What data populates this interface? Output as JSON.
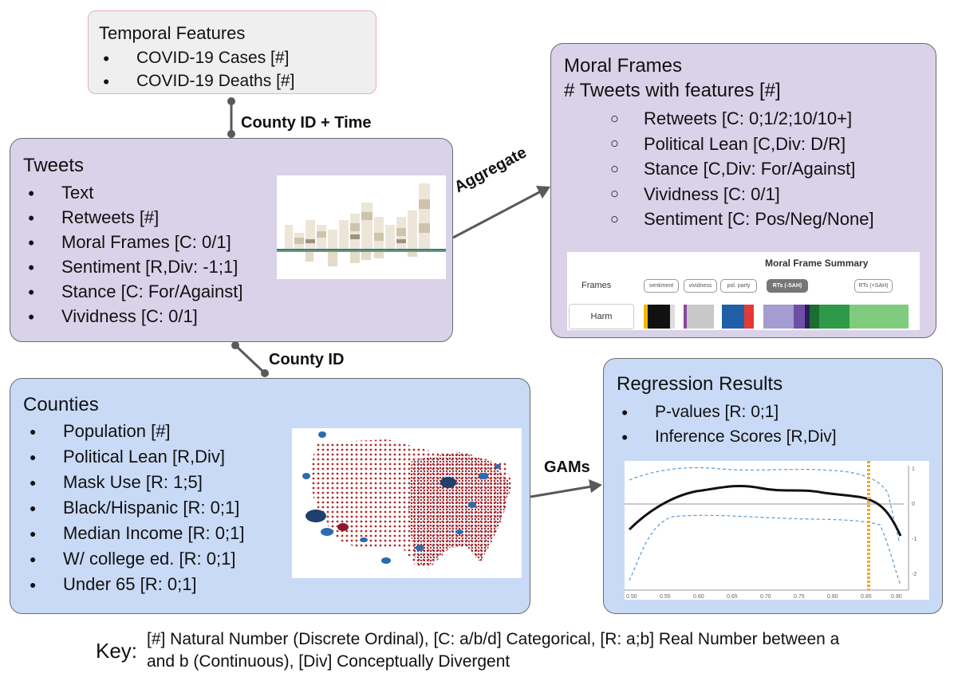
{
  "temporal": {
    "title": "Temporal Features",
    "items": [
      "COVID-19 Cases [#]",
      "COVID-19 Deaths [#]"
    ]
  },
  "tweets": {
    "title": "Tweets",
    "items": [
      "Text",
      "Retweets [#]",
      "Moral Frames [C: 0/1]",
      "Sentiment [R,Div: -1;1]",
      "Stance [C: For/Against]",
      "Vividness [C: 0/1]"
    ]
  },
  "moral": {
    "title": "Moral Frames",
    "subtitle": "# Tweets with features [#]",
    "items": [
      "Retweets [C: 0;1/2;10/10+]",
      "Political Lean [C,Div: D/R]",
      "Stance [C,Div: For/Against]",
      "Vividness [C: 0/1]",
      "Sentiment [C: Pos/Neg/None]"
    ],
    "summary": {
      "heading": "Moral Frame Summary",
      "frames_label": "Frames",
      "row_label": "Harm",
      "chips": [
        "sentiment",
        "vividness",
        "pol. party",
        "RTs (-SAH)",
        "RTs (+SAH)"
      ]
    }
  },
  "counties": {
    "title": "Counties",
    "items": [
      "Population [#]",
      "Political Lean [R,Div]",
      "Mask Use [R: 1;5]",
      "Black/Hispanic [R: 0;1]",
      "Median Income [R: 0;1]",
      "W/ college ed. [R: 0;1]",
      "Under 65 [R: 0;1]"
    ]
  },
  "regression": {
    "title": "Regression Results",
    "items": [
      "P-values [R: 0;1]",
      "Inference Scores [R,Div]"
    ],
    "plot": {
      "x_ticks": [
        "0.50",
        "0.55",
        "0.60",
        "0.65",
        "0.70",
        "0.75",
        "0.80",
        "0.85",
        "0.90"
      ],
      "y_ticks": [
        "1",
        "0",
        "-1",
        "-2"
      ]
    }
  },
  "edges": {
    "time": "County ID + Time",
    "county": "County ID",
    "aggregate": "Aggregate",
    "gams": "GAMs"
  },
  "key": {
    "title": "Key:",
    "text": "[#] Natural Number (Discrete Ordinal), [C: a/b/d] Categorical, [R: a;b] Real Number between a and b (Continuous), [Div] Conceptually Divergent"
  },
  "colors": {
    "purple_box": "#d9d2e8",
    "blue_box": "#c9daf6",
    "gray_box": "#efefef",
    "pink_border": "#e6b3b3",
    "connector": "#595959"
  }
}
